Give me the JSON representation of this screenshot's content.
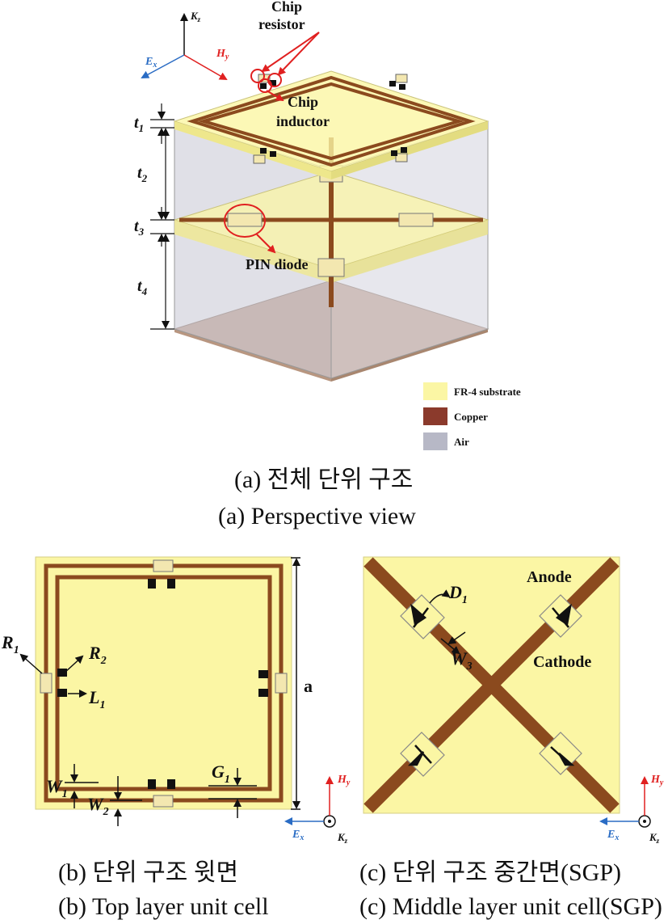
{
  "figure_a": {
    "axes": {
      "z": "K",
      "z_sub": "z",
      "x": "E",
      "x_sub": "x",
      "y": "H",
      "y_sub": "y"
    },
    "labels": {
      "chip_resistor_1": "Chip",
      "chip_resistor_2": "resistor",
      "chip_inductor_1": "Chip",
      "chip_inductor_2": "inductor",
      "pin_diode": "PIN diode",
      "t1": "t",
      "t1_sub": "1",
      "t2": "t",
      "t2_sub": "2",
      "t3": "t",
      "t3_sub": "3",
      "t4": "t",
      "t4_sub": "4"
    },
    "legend": [
      {
        "label": "FR-4 substrate",
        "color": "#fbf6a4"
      },
      {
        "label": "Copper",
        "color": "#8b3a2c"
      },
      {
        "label": "Air",
        "color": "#b7b8c6"
      }
    ],
    "caption_ko": "(a) 전체 단위 구조",
    "caption_en": "(a) Perspective view"
  },
  "figure_b": {
    "labels": {
      "R1": "R",
      "R1_sub": "1",
      "R2": "R",
      "R2_sub": "2",
      "L1": "L",
      "L1_sub": "1",
      "G1": "G",
      "G1_sub": "1",
      "W1": "W",
      "W1_sub": "1",
      "W2": "W",
      "W2_sub": "2",
      "a": "a"
    },
    "axes": {
      "y": "H",
      "y_sub": "y",
      "x": "E",
      "x_sub": "x",
      "z": "K",
      "z_sub": "z"
    },
    "caption_ko": "(b) 단위 구조 윗면",
    "caption_en": "(b) Top layer unit cell"
  },
  "figure_c": {
    "labels": {
      "anode": "Anode",
      "cathode": "Cathode",
      "D1": "D",
      "D1_sub": "1",
      "W3": "W",
      "W3_sub": "3"
    },
    "axes": {
      "y": "H",
      "y_sub": "y",
      "x": "E",
      "x_sub": "x",
      "z": "K",
      "z_sub": "z"
    },
    "caption_ko": "(c) 단위 구조 중간면(SGP)",
    "caption_en": "(c) Middle layer unit cell(SGP)"
  },
  "colors": {
    "fr4": "#fbf6a4",
    "copper": "#8b4a1e",
    "air": "#b7b8c6",
    "ground": "#c9a994",
    "annotation_red": "#e02020",
    "axis_blue": "#2a6cc4"
  }
}
